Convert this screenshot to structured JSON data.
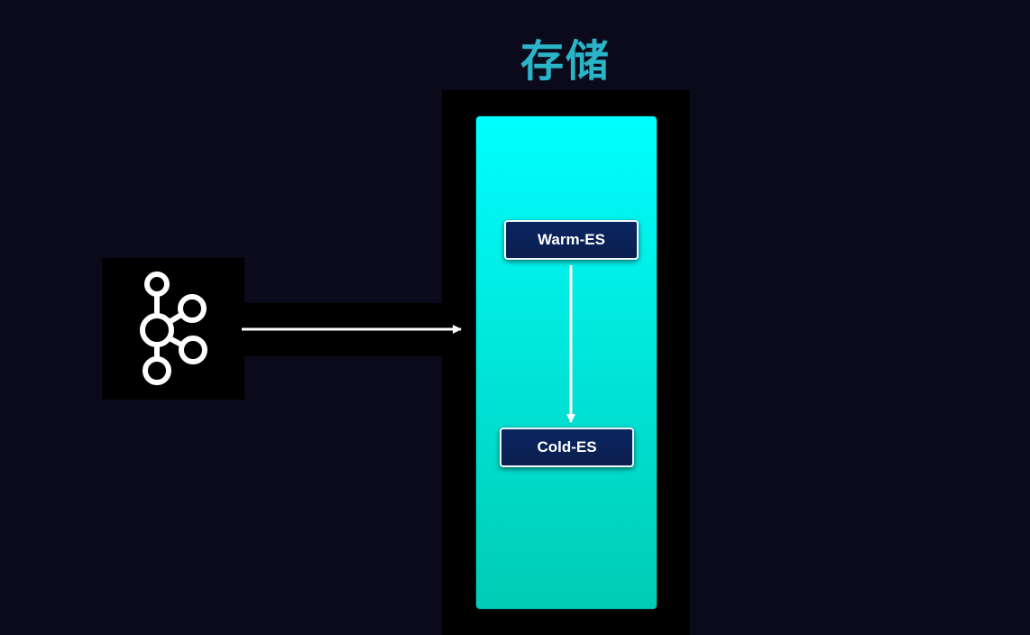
{
  "storage": {
    "title": "存储",
    "title_color": "#2ab4c8",
    "panel_color_top": "#00ffff",
    "panel_color_bottom": "#00ccb4"
  },
  "source": {
    "icon": "kafka-icon",
    "icon_color": "#ffffff"
  },
  "nodes": {
    "warm": {
      "label": "Warm-ES"
    },
    "cold": {
      "label": "Cold-ES"
    }
  },
  "colors": {
    "background": "#0b0a1a",
    "node_fill": "#0b2357",
    "arrow": "#ffffff"
  }
}
